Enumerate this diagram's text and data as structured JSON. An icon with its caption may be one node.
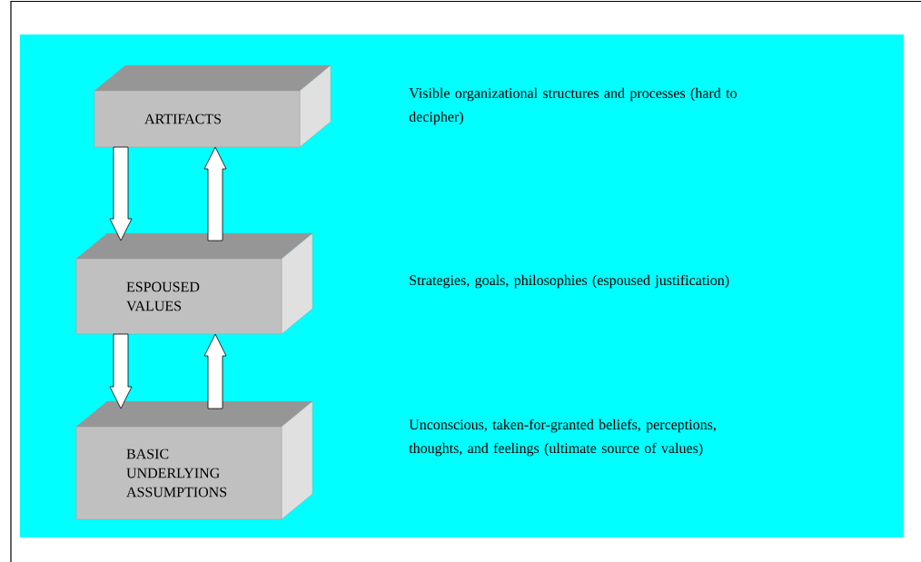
{
  "diagram": {
    "nodes": [
      {
        "text": [
          "ARTIFACTS"
        ]
      },
      {
        "text": [
          "ESPOUSED VALUES"
        ]
      },
      {
        "text": [
          "BASIC UNDERLYING ASSUMPTIONS"
        ]
      }
    ],
    "edges": [
      {
        "from": 0,
        "to": 1,
        "arrow": "to"
      },
      {
        "from": 1,
        "to": 0,
        "arrow": "to"
      },
      {
        "from": 1,
        "to": 2,
        "arrow": "to"
      },
      {
        "from": 2,
        "to": 1,
        "arrow": "to"
      }
    ],
    "labels": [
      "Visible organizational structures and processes (hard to decipher)",
      "Strategies, goals, philosophies (espoused justification)",
      "Unconscious, taken-for-granted beliefs, perceptions, thoughts, and feelings (ultimate source of values)"
    ]
  }
}
